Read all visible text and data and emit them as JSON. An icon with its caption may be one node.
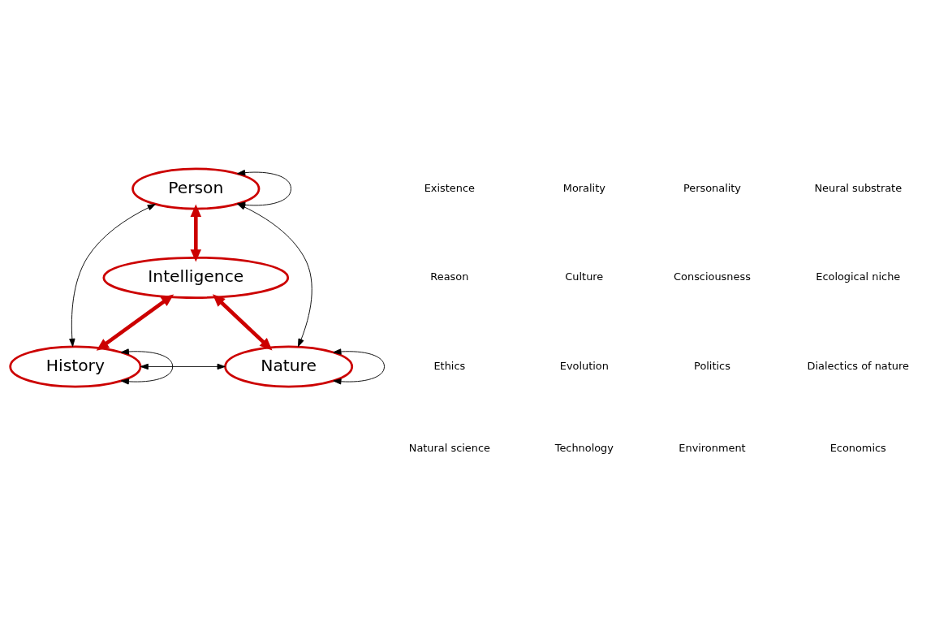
{
  "diagram": {
    "nodes": [
      {
        "text": [
          "Person"
        ]
      },
      {
        "text": [
          "Intelligence"
        ]
      },
      {
        "text": [
          "History"
        ]
      },
      {
        "text": [
          "Nature"
        ]
      }
    ],
    "edges": [
      {
        "from": 0,
        "to": 0,
        "arrow": "both"
      },
      {
        "from": 0,
        "to": 2,
        "arrow": "both"
      },
      {
        "from": 0,
        "to": 3,
        "arrow": "both"
      },
      {
        "from": 0,
        "to": 1,
        "arrow": "both",
        "style": "thick",
        "color": "#cc0000"
      },
      {
        "from": 1,
        "to": 2,
        "arrow": "both",
        "style": "thick",
        "color": "#cc0000"
      },
      {
        "from": 1,
        "to": 3,
        "arrow": "both",
        "style": "thick",
        "color": "#cc0000"
      },
      {
        "from": 2,
        "to": 2,
        "arrow": "both"
      },
      {
        "from": 3,
        "to": 3,
        "arrow": "both"
      },
      {
        "from": 2,
        "to": 3,
        "arrow": "both"
      }
    ],
    "labels": [
      "Existence",
      "Morality",
      "Personality",
      "Neural substrate",
      "Reason",
      "Culture",
      "Consciousness",
      "Ecological niche",
      "Ethics",
      "Evolution",
      "Politics",
      "Dialectics of nature",
      "Natural science",
      "Technology",
      "Environment",
      "Economics"
    ]
  }
}
